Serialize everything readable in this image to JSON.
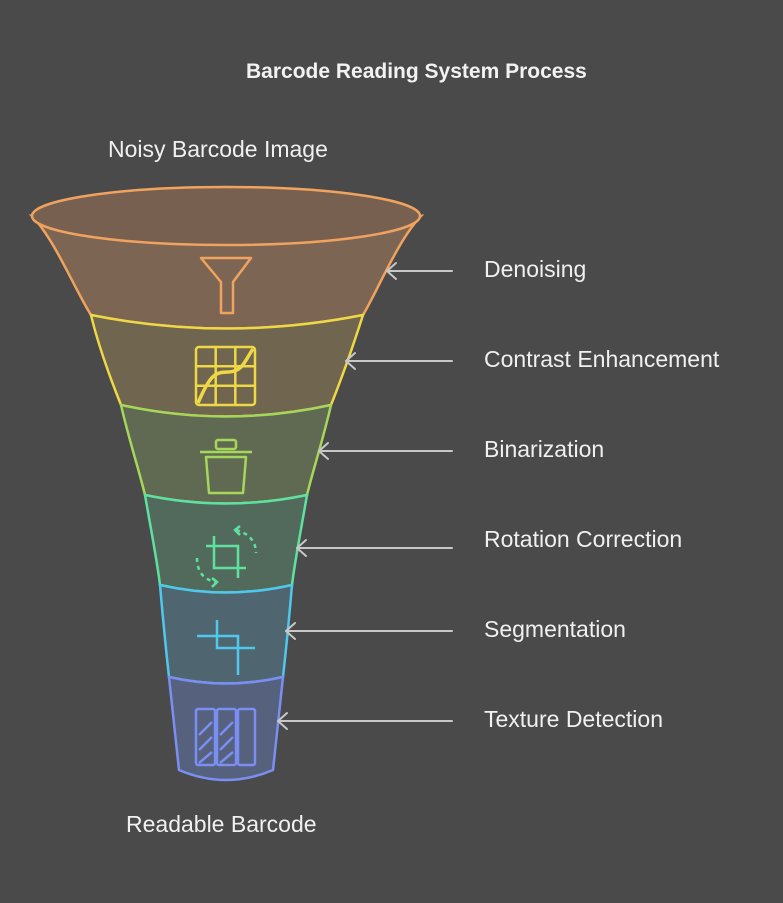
{
  "title": "Barcode Reading System Process",
  "input_label": "Noisy Barcode Image",
  "output_label": "Readable Barcode",
  "stages": [
    {
      "label": "Denoising",
      "icon": "funnel-icon",
      "color": "#f0a35e"
    },
    {
      "label": "Contrast Enhancement",
      "icon": "curve-grid-icon",
      "color": "#efd845"
    },
    {
      "label": "Binarization",
      "icon": "bucket-icon",
      "color": "#a6d65a"
    },
    {
      "label": "Rotation Correction",
      "icon": "rotate-crop-icon",
      "color": "#5ee0a0"
    },
    {
      "label": "Segmentation",
      "icon": "crop-icon",
      "color": "#4fc8ec"
    },
    {
      "label": "Texture Detection",
      "icon": "texture-bars-icon",
      "color": "#7b8ef2"
    }
  ]
}
